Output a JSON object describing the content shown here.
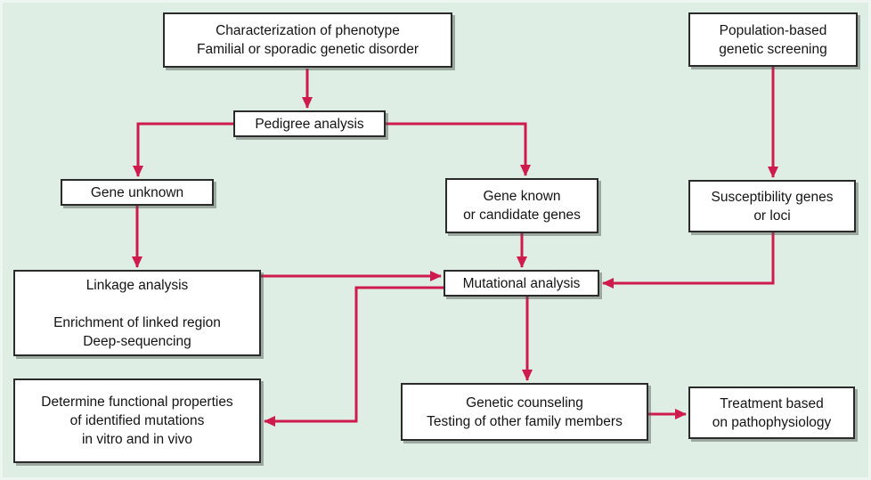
{
  "diagram": {
    "background_color": "#dfeee4",
    "arrow_color": "#ce1a4c",
    "box_border_color": "#2b2b2b",
    "box_fill_color": "#ffffff",
    "nodes": {
      "characterization": {
        "lines": [
          "Characterization of phenotype",
          "Familial or sporadic genetic disorder"
        ]
      },
      "population": {
        "lines": [
          "Population-based",
          "genetic screening"
        ]
      },
      "pedigree": {
        "lines": [
          "Pedigree analysis"
        ]
      },
      "gene_unknown": {
        "lines": [
          "Gene unknown"
        ]
      },
      "gene_known": {
        "lines": [
          "Gene known",
          "or candidate genes"
        ]
      },
      "susceptibility": {
        "lines": [
          "Susceptibility genes",
          "or loci"
        ]
      },
      "linkage": {
        "lines": [
          "Linkage analysis",
          "Enrichment of linked region",
          "Deep-sequencing"
        ]
      },
      "mutational": {
        "lines": [
          "Mutational analysis"
        ]
      },
      "determine": {
        "lines": [
          "Determine functional properties",
          "of identified mutations",
          "in vitro and in vivo"
        ]
      },
      "counseling": {
        "lines": [
          "Genetic counseling",
          "Testing of other family members"
        ]
      },
      "treatment": {
        "lines": [
          "Treatment based",
          "on pathophysiology"
        ]
      }
    },
    "edges": [
      {
        "from": "characterization",
        "to": "pedigree"
      },
      {
        "from": "pedigree",
        "to": "gene_unknown"
      },
      {
        "from": "pedigree",
        "to": "gene_known"
      },
      {
        "from": "population",
        "to": "susceptibility"
      },
      {
        "from": "gene_unknown",
        "to": "linkage"
      },
      {
        "from": "gene_known",
        "to": "mutational"
      },
      {
        "from": "linkage",
        "to": "mutational"
      },
      {
        "from": "susceptibility",
        "to": "mutational"
      },
      {
        "from": "mutational",
        "to": "determine"
      },
      {
        "from": "mutational",
        "to": "counseling"
      },
      {
        "from": "counseling",
        "to": "treatment"
      }
    ]
  }
}
